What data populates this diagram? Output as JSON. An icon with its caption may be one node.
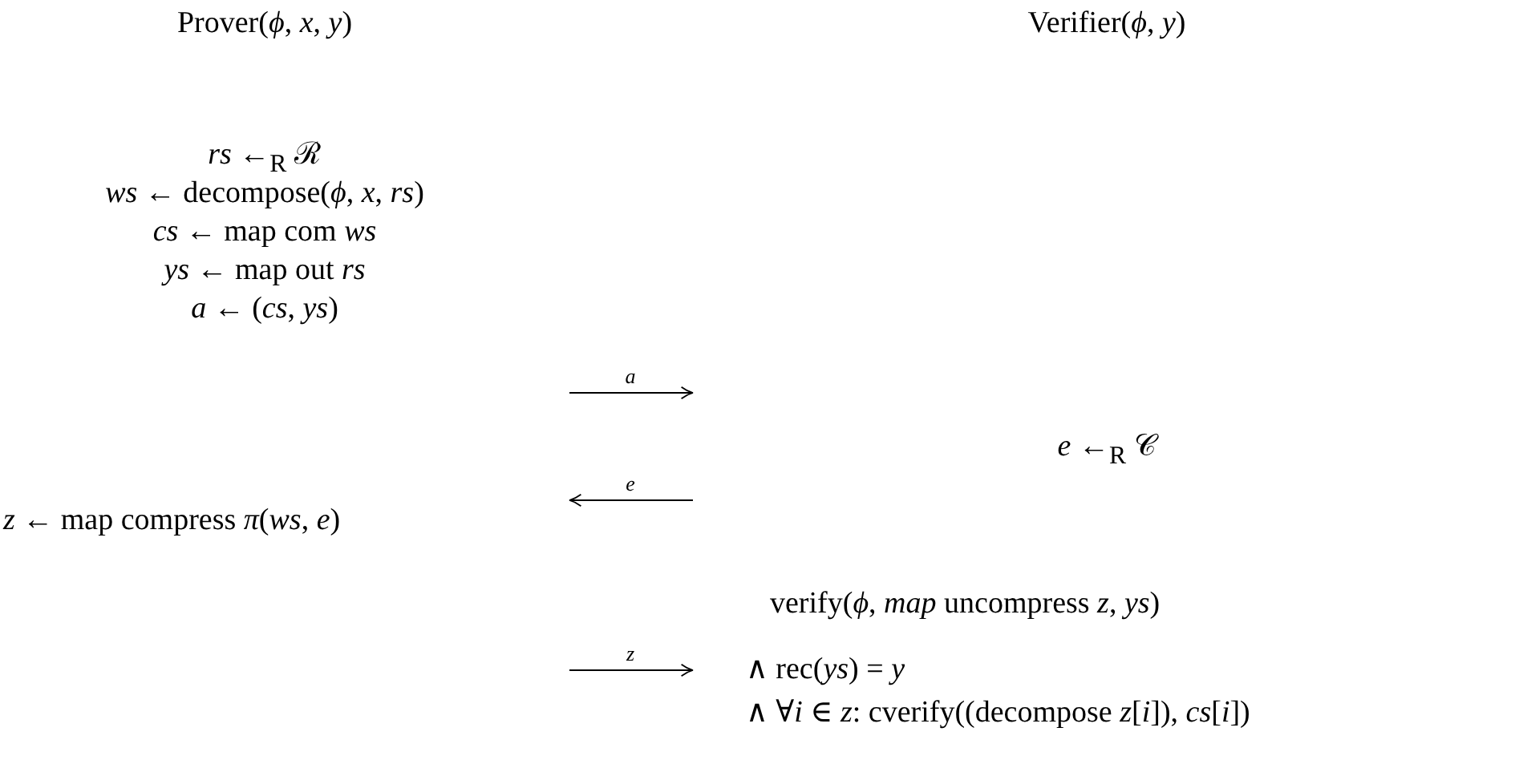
{
  "diagram": {
    "labels": [
      "Prover(*ϕ*, *x*, *y*)",
      "Verifier(*ϕ*, *y*)",
      "*rs* ←$_{R}$ ℛ",
      "*ws* ← decompose(*ϕ*, *x*, *rs*)",
      "*cs* ← map com *ws*",
      "*ys* ← map out *rs*",
      "*a* ← (*cs*, *ys*)",
      "*a*",
      "*e* ←$_{R}$ 𝒞",
      "*e*",
      "*z* ← map compress *π*(*ws*, *e*)",
      "verify(*ϕ*, *map* uncompress *z*, *ys*)",
      "*z*",
      "∧ rec(*ys*) = *y*",
      "∧ ∀*i* ∈ *z*: cverify((decompose *z*[*i*]), *cs*[*i*])"
    ]
  }
}
